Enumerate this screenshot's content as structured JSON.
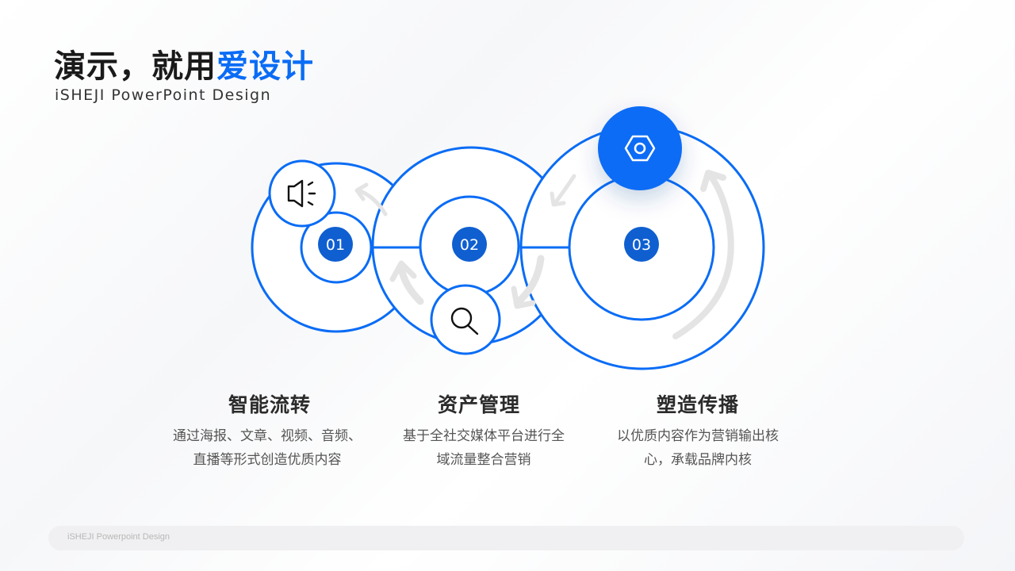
{
  "title": {
    "main": "演示，就用",
    "accent": "爱设计"
  },
  "subtitle": "iSHEJI PowerPoint Design",
  "colors": {
    "accent": "#0A6CF5",
    "node_fill": "#0F5FD0",
    "arrow": "#e5e5e5",
    "ring": "#0A6CF5"
  },
  "steps": [
    {
      "num": "01",
      "title": "智能流转",
      "desc_lines": [
        "通过海报、文章、视频、音频、",
        "直播等形式创造优质内容"
      ],
      "icon": "speaker-icon"
    },
    {
      "num": "02",
      "title": "资产管理",
      "desc_lines": [
        "基于全社交媒体平台进行全",
        "域流量整合营销"
      ],
      "icon": "search-icon"
    },
    {
      "num": "03",
      "title": "塑造传播",
      "desc_lines": [
        "以优质内容作为营销输出核",
        "心，承载品牌内核"
      ],
      "icon": "hexagon-nut-icon"
    }
  ],
  "footer": "iSHEJI Powerpoint Design"
}
